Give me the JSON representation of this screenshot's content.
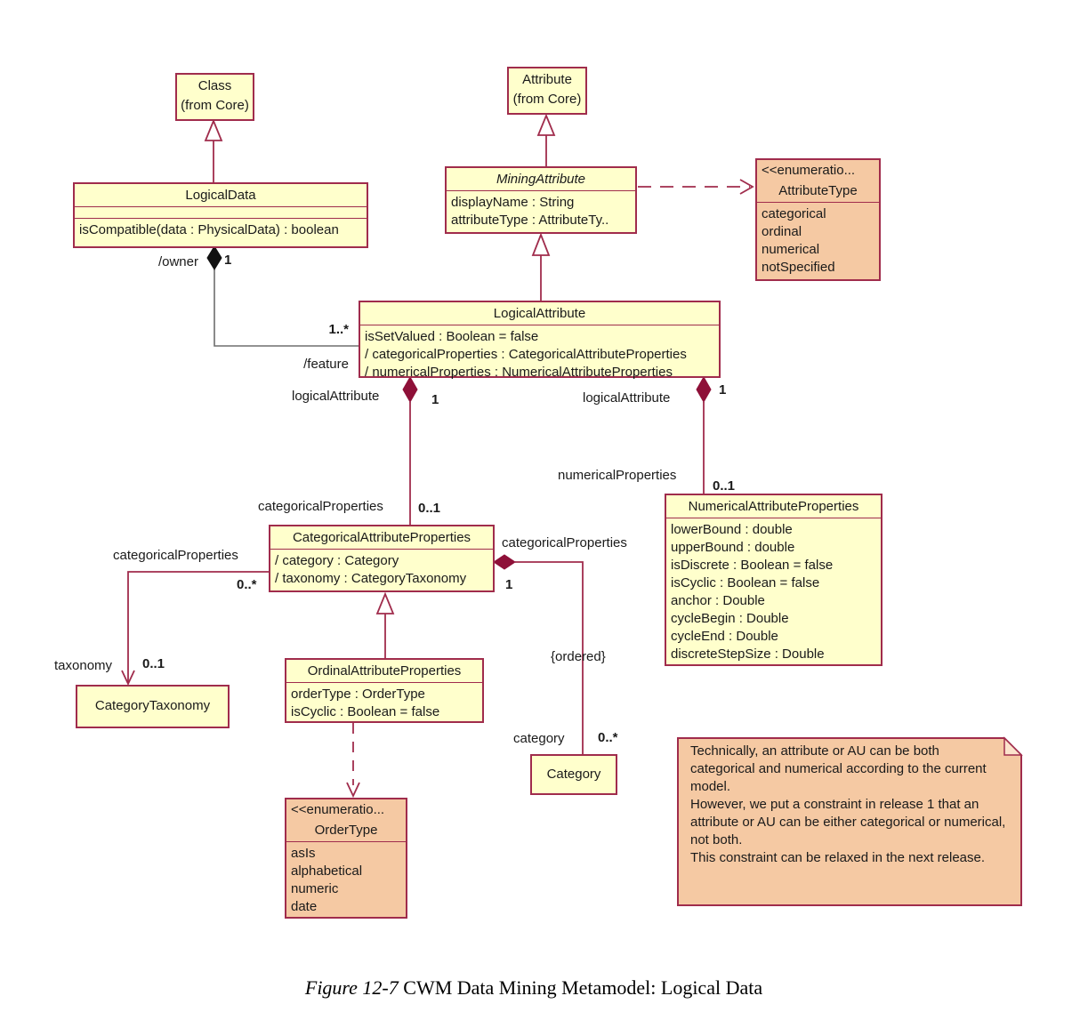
{
  "colors": {
    "box_fill": "#FFFFCC",
    "enum_fill": "#F5C9A3",
    "border_line": "#A02C4C",
    "diamond_fill": "#8E1038",
    "owner_line": "#6E6E6E",
    "text": "#1A1A1A"
  },
  "boxes": {
    "class_core": {
      "title": "Class",
      "subtitle": "(from Core)"
    },
    "attribute_core": {
      "title": "Attribute",
      "subtitle": "(from Core)"
    },
    "mining_attribute": {
      "title": "MiningAttribute",
      "attrs": [
        "displayName : String",
        "attributeType : AttributeTy.."
      ]
    },
    "attribute_type": {
      "stereotype": "<<enumeratio...",
      "title": "AttributeType",
      "values": [
        "categorical",
        "ordinal",
        "numerical",
        "notSpecified"
      ]
    },
    "logical_data": {
      "title": "LogicalData",
      "ops": [
        "isCompatible(data : PhysicalData) : boolean"
      ]
    },
    "logical_attribute": {
      "title": "LogicalAttribute",
      "attrs": [
        "isSetValued : Boolean = false",
        "/ categoricalProperties : CategoricalAttributeProperties",
        "/ numericalProperties : NumericalAttributeProperties"
      ]
    },
    "categorical_attribute_properties": {
      "title": "CategoricalAttributeProperties",
      "attrs": [
        "/ category : Category",
        "/ taxonomy : CategoryTaxonomy"
      ]
    },
    "numerical_attribute_properties": {
      "title": "NumericalAttributeProperties",
      "attrs": [
        "lowerBound : double",
        "upperBound : double",
        "isDiscrete : Boolean = false",
        "isCyclic : Boolean = false",
        "anchor : Double",
        "cycleBegin : Double",
        "cycleEnd : Double",
        "discreteStepSize : Double"
      ]
    },
    "ordinal_attribute_properties": {
      "title": "OrdinalAttributeProperties",
      "attrs": [
        "orderType : OrderType",
        "isCyclic : Boolean = false"
      ]
    },
    "category_taxonomy": {
      "title": "CategoryTaxonomy"
    },
    "category": {
      "title": "Category"
    },
    "order_type": {
      "stereotype": "<<enumeratio...",
      "title": "OrderType",
      "values": [
        "asIs",
        "alphabetical",
        "numeric",
        "date"
      ]
    }
  },
  "labels": {
    "owner": "/owner",
    "owner_mult": "1",
    "feature": "/feature",
    "feature_mult": "1..*",
    "logical_attribute_left": "logicalAttribute",
    "logical_attribute_left_mult": "1",
    "logical_attribute_right": "logicalAttribute",
    "logical_attribute_right_mult": "1",
    "categorical_properties_top": "categoricalProperties",
    "categorical_properties_top_mult": "0..1",
    "numerical_properties": "numericalProperties",
    "numerical_properties_mult": "0..1",
    "categorical_properties_left": "categoricalProperties",
    "categorical_properties_left_mult": "0..*",
    "taxonomy": "taxonomy",
    "taxonomy_mult": "0..1",
    "categorical_properties_right": "categoricalProperties",
    "categorical_properties_right_mult": "1",
    "ordered": "{ordered}",
    "category_role": "category",
    "category_mult": "0..*"
  },
  "note": {
    "lines": [
      "Technically, an attribute or AU can be both categorical and numerical according to the current model.",
      "However, we put a constraint in release 1 that an attribute or AU can be either categorical or numerical, not both.",
      "This constraint can be relaxed in the next release."
    ]
  },
  "caption": {
    "prefix": "Figure 12-7",
    "rest": " CWM Data Mining Metamodel: Logical Data"
  }
}
